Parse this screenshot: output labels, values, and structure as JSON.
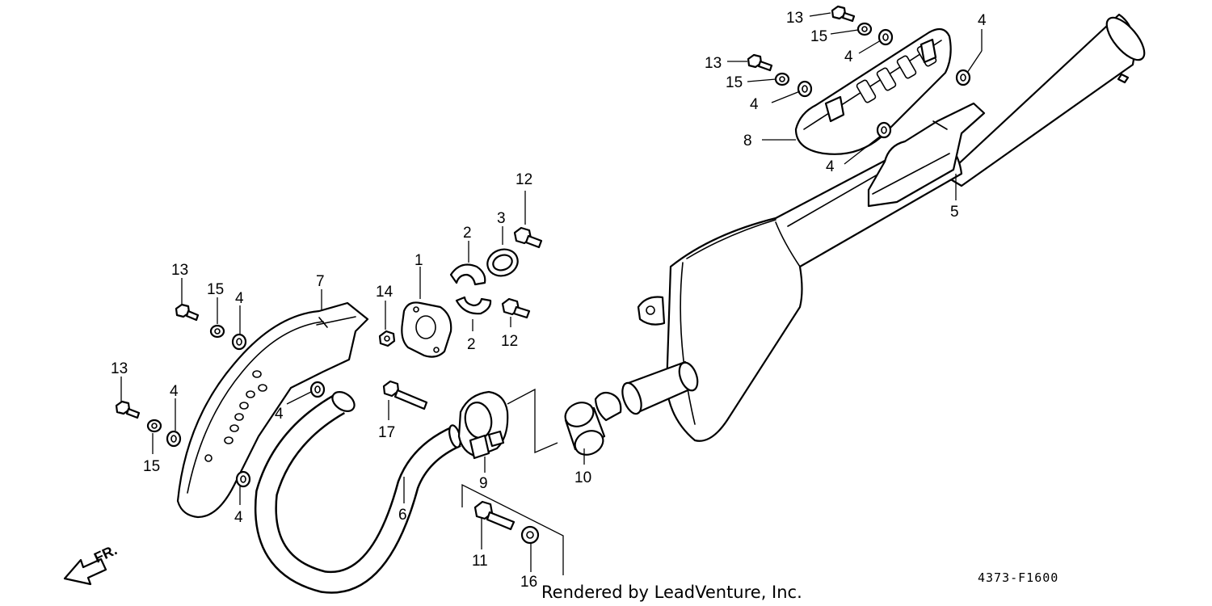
{
  "diagram": {
    "code": "4373-F1600",
    "credit": "Rendered by LeadVenture, Inc.",
    "direction_label": "FR.",
    "callouts": [
      "1",
      "2",
      "2",
      "3",
      "4",
      "4",
      "4",
      "4",
      "4",
      "4",
      "4",
      "4",
      "5",
      "6",
      "7",
      "8",
      "9",
      "10",
      "11",
      "12",
      "12",
      "13",
      "13",
      "13",
      "13",
      "14",
      "15",
      "15",
      "15",
      "15",
      "16",
      "17"
    ]
  }
}
